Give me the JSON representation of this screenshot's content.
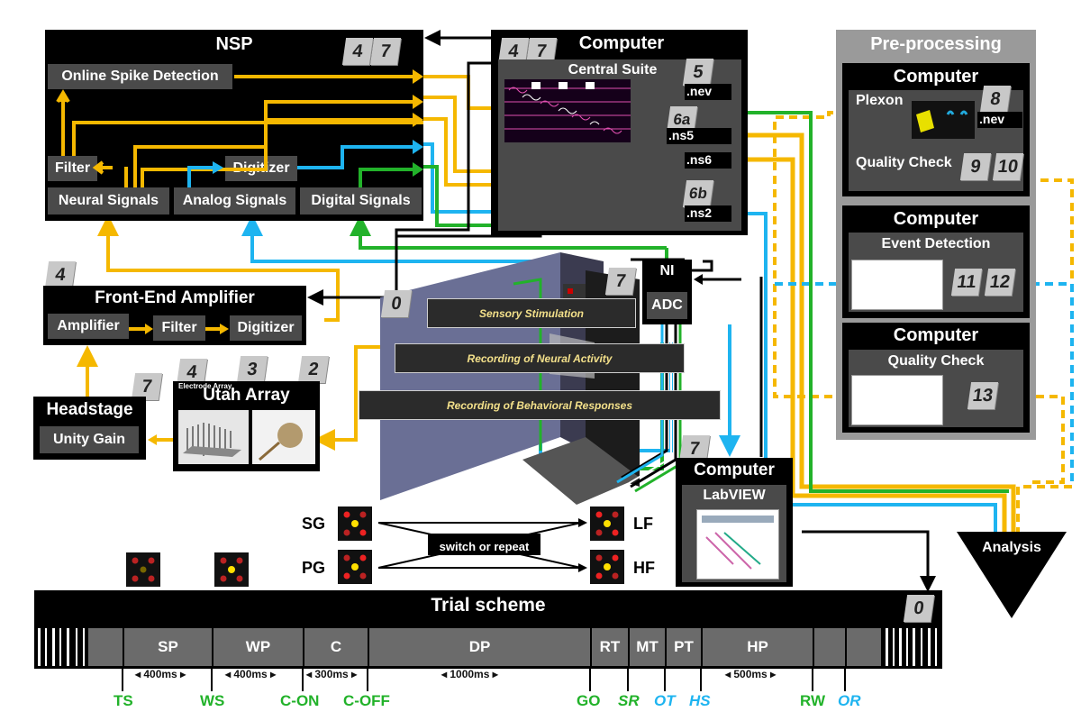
{
  "nsp": {
    "title": "NSP",
    "online_spike_detection": "Online Spike Detection",
    "filter": "Filter",
    "digitizer": "Digitizer",
    "neural_signals": "Neural Signals",
    "analog_signals": "Analog Signals",
    "digital_signals": "Digital Signals",
    "badges": [
      "4",
      "7"
    ]
  },
  "computer_main": {
    "title": "Computer",
    "subtitle": "Central Suite",
    "badges": [
      "4",
      "7",
      "5",
      "6a",
      "6b"
    ],
    "files": [
      ".nev",
      ".ns5",
      ".ns6",
      ".ns2"
    ]
  },
  "preprocessing": {
    "title": "Pre-processing",
    "box1": {
      "title": "Computer",
      "plexon": "Plexon",
      "file": ".nev",
      "quality": "Quality Check",
      "badges": [
        "8",
        "9",
        "10"
      ]
    },
    "box2": {
      "title": "Computer",
      "subtitle": "Event Detection",
      "badges": [
        "11",
        "12"
      ]
    },
    "box3": {
      "title": "Computer",
      "subtitle": "Quality Check",
      "badges": [
        "13"
      ]
    }
  },
  "frontend": {
    "title": "Front-End Amplifier",
    "amplifier": "Amplifier",
    "filter": "Filter",
    "digitizer": "Digitizer",
    "badge": "4"
  },
  "headstage": {
    "title": "Headstage",
    "unity_gain": "Unity Gain",
    "badge": "7"
  },
  "utah": {
    "title": "Utah Array",
    "electrode": "Electrode Array",
    "badges": [
      "4",
      "3",
      "2"
    ]
  },
  "setup": {
    "badge0": "0",
    "badge7": "7",
    "sensory": "Sensory Stimulation",
    "neural": "Recording of Neural Activity",
    "behavioral": "Recording of Behavioral Responses"
  },
  "ni": {
    "ni": "NI",
    "adc": "ADC"
  },
  "labview": {
    "title": "Computer",
    "subtitle": "LabVIEW",
    "badge": "7"
  },
  "analysis": "Analysis",
  "task": {
    "sg": "SG",
    "pg": "PG",
    "lf": "LF",
    "hf": "HF",
    "switch": "switch or repeat"
  },
  "trial": {
    "title": "Trial scheme",
    "badge": "0",
    "segments": [
      "SP",
      "WP",
      "C",
      "DP",
      "RT",
      "MT",
      "PT",
      "HP"
    ],
    "durations": [
      "400ms",
      "400ms",
      "300ms",
      "1000ms",
      "500ms"
    ],
    "events": [
      "TS",
      "WS",
      "C-ON",
      "C-OFF",
      "GO",
      "SR",
      "OT",
      "HS",
      "RW",
      "OR"
    ]
  },
  "colors": {
    "yellow": "#f5b800",
    "blue": "#1eb4f0",
    "green": "#22b22a",
    "black": "#000000",
    "gray": "#4a4a4a"
  }
}
